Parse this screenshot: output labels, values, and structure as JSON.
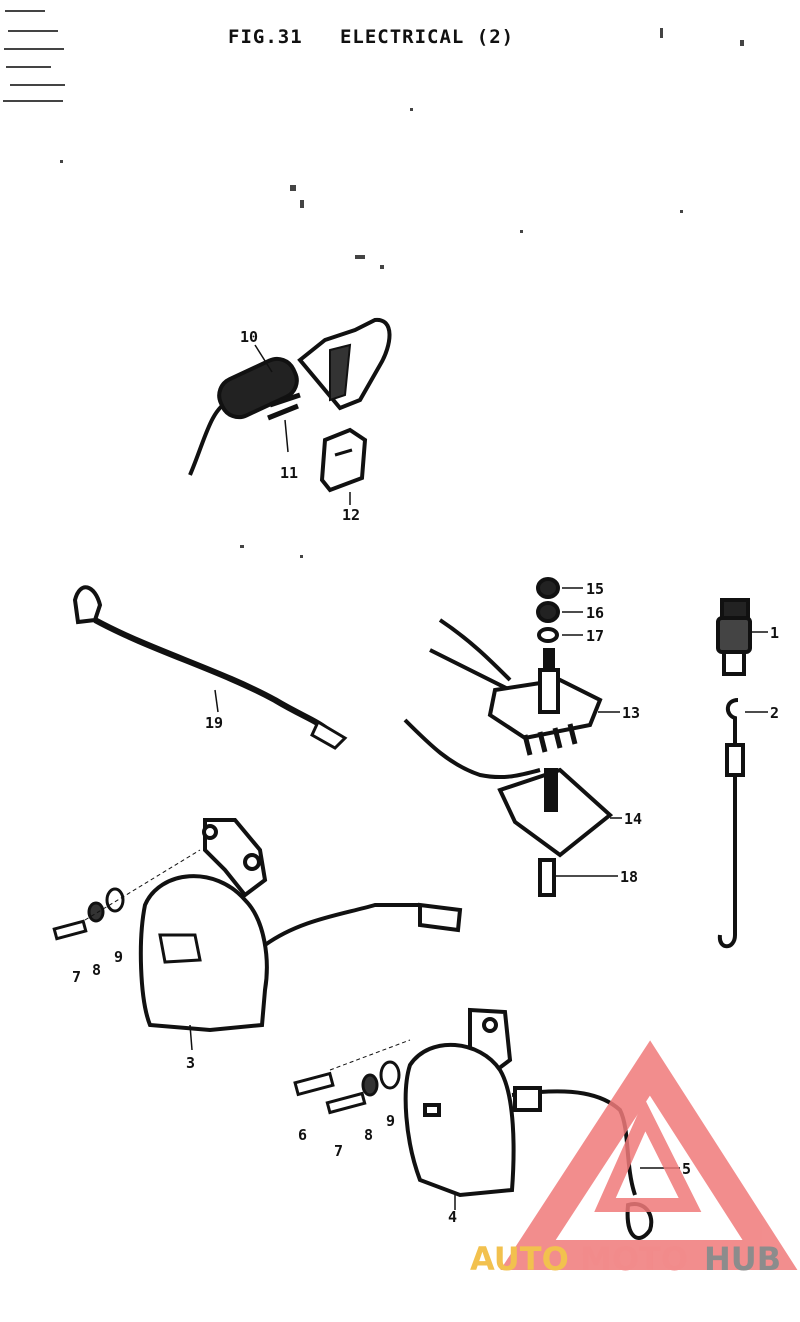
{
  "title": "FIG.31   ELECTRICAL (2)",
  "parts": {
    "p1": "1",
    "p2": "2",
    "p3": "3",
    "p4": "4",
    "p5": "5",
    "p6": "6",
    "p7a": "7",
    "p7b": "7",
    "p8a": "8",
    "p8b": "8",
    "p9a": "9",
    "p9b": "9",
    "p10": "10",
    "p11": "11",
    "p12": "12",
    "p13": "13",
    "p14": "14",
    "p15": "15",
    "p16": "16",
    "p17": "17",
    "p18": "18",
    "p19": "19"
  },
  "watermark": {
    "part1": "AUTO",
    "part2": "MOTO",
    "part3": "HUB",
    "colors": {
      "auto": "#f2c14e",
      "moto": "#f28b8b",
      "hub": "#8c8c8c",
      "triangle": "#f07a7a"
    }
  }
}
